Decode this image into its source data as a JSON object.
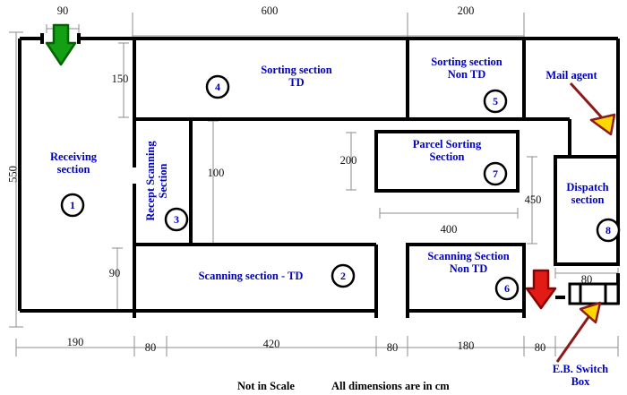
{
  "diagram": {
    "footer_notes": [
      "Not in Scale",
      "All dimensions are in cm"
    ],
    "colors": {
      "label_blue": "#0000bf",
      "wall_black": "#000000",
      "dim_grey": "#8c8c8c",
      "green_arrow": "#14a014",
      "green_arrow_outline": "#006400",
      "red_arrow": "#e31b17",
      "red_arrow_outline": "#8b0000",
      "pointer_line": "#8b1a1a",
      "pointer_head": "#ffd700"
    }
  },
  "rooms": [
    {
      "id": "1",
      "name": "Receiving\nsection",
      "number": "1"
    },
    {
      "id": "2",
      "name": "Scanning section - TD",
      "number": "2"
    },
    {
      "id": "3",
      "name": "Recept Scanning\nSection",
      "number": "3"
    },
    {
      "id": "4",
      "name": "Sorting section\nTD",
      "number": "4"
    },
    {
      "id": "5",
      "name": "Sorting section\nNon TD",
      "number": "5"
    },
    {
      "id": "6",
      "name": "Scanning Section\nNon TD",
      "number": "6"
    },
    {
      "id": "7",
      "name": "Parcel Sorting\nSection",
      "number": "7"
    },
    {
      "id": "8",
      "name": "Dispatch\nsection",
      "number": "8"
    }
  ],
  "annotations": [
    {
      "id": "mail-agent",
      "label": "Mail agent"
    },
    {
      "id": "eb-switch-box",
      "label": "E.B. Switch\nBox"
    }
  ],
  "dimensions": {
    "top": [
      "90",
      "600",
      "200"
    ],
    "bottom": [
      "190",
      "80",
      "420",
      "80",
      "180",
      "80"
    ],
    "left": [
      "550"
    ],
    "interior": [
      "150",
      "100",
      "90",
      "200",
      "400",
      "450",
      "80"
    ]
  }
}
